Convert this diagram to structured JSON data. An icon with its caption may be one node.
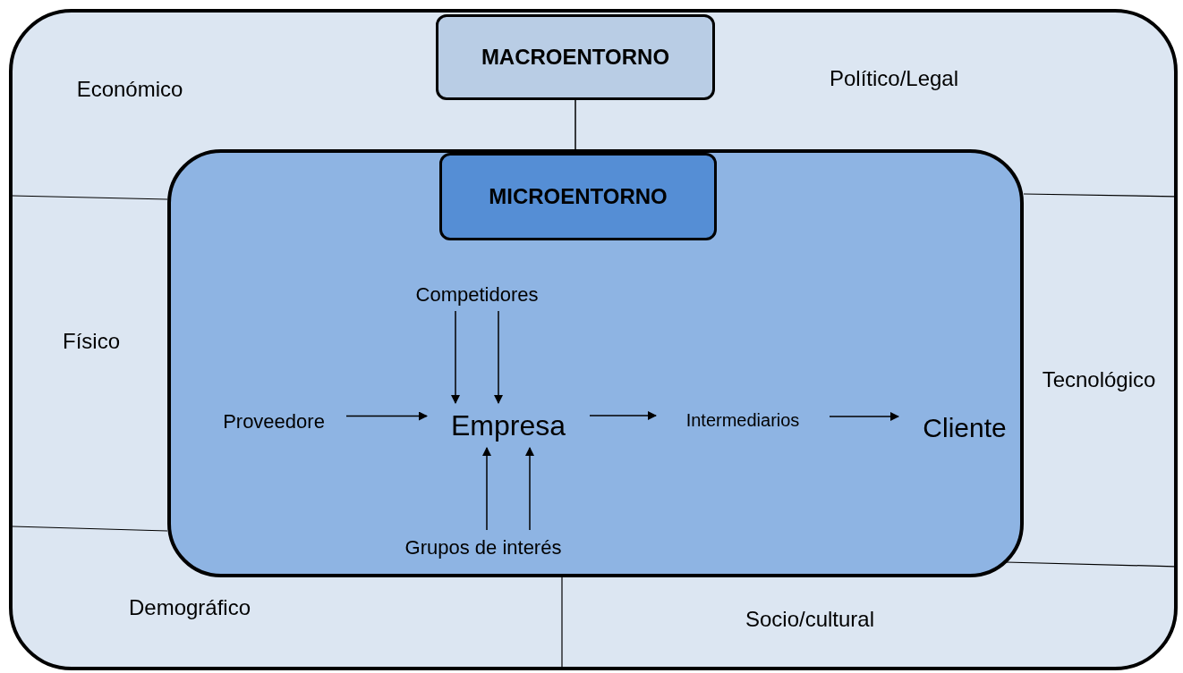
{
  "diagram": {
    "nodes": [
      {
        "text": [],
        "shape": "box"
      },
      {
        "text": [
          "MACROENTORNO"
        ],
        "in": 0
      },
      {
        "text": [],
        "shape": "box",
        "in": 0
      },
      {
        "text": [
          "MICROENTORNO"
        ],
        "in": 2
      },
      {
        "text": [
          "Competidores"
        ],
        "in": 2
      },
      {
        "text": [
          "Proveedore"
        ],
        "in": 2
      },
      {
        "text": [
          "Empresa"
        ],
        "in": 2
      },
      {
        "text": [
          "Intermediarios"
        ],
        "in": 2
      },
      {
        "text": [
          "Cliente"
        ],
        "in": 2
      },
      {
        "text": [
          "Grupos de interés"
        ],
        "in": 2
      }
    ],
    "edges": [
      {
        "from": 1,
        "to": 2,
        "arrow": "none"
      },
      {
        "from": 4,
        "to": 6,
        "arrow": "to"
      },
      {
        "from": 4,
        "to": 6,
        "arrow": "to"
      },
      {
        "from": 5,
        "to": 6,
        "arrow": "to"
      },
      {
        "from": 6,
        "to": 7,
        "arrow": "to"
      },
      {
        "from": 7,
        "to": 8,
        "arrow": "to"
      },
      {
        "from": 9,
        "to": 6,
        "arrow": "to"
      },
      {
        "from": 9,
        "to": 6,
        "arrow": "to"
      }
    ],
    "labels": [
      "Económico",
      "Político/Legal",
      "Físico",
      "Tecnológico",
      "Demográfico",
      "Socio/cultural"
    ]
  }
}
